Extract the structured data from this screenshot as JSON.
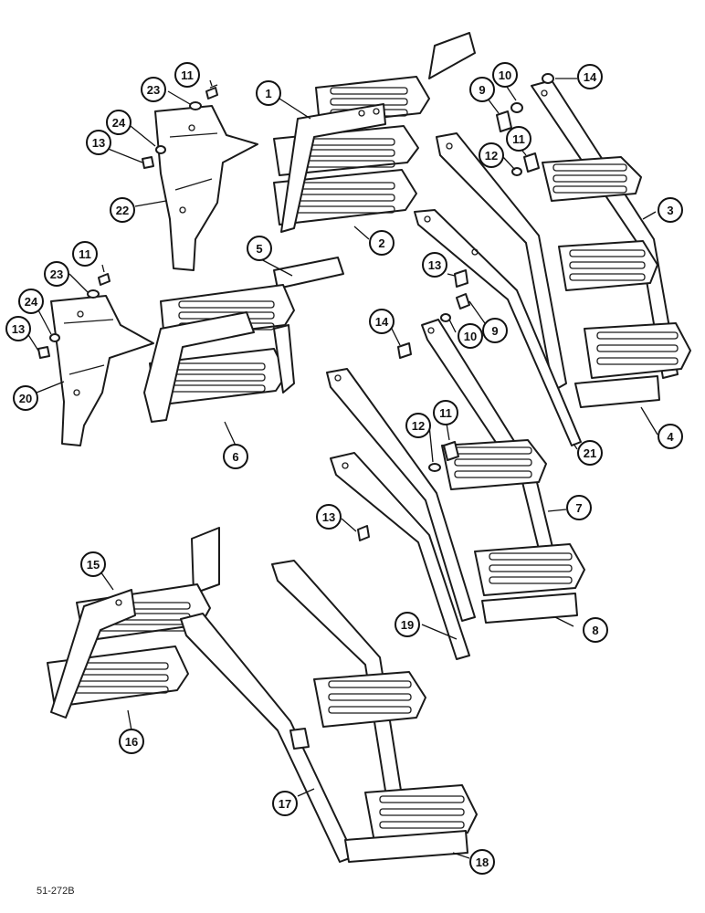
{
  "figure": {
    "reference_code": "51-272B"
  },
  "callouts": [
    {
      "id": "c1",
      "label": "1"
    },
    {
      "id": "c2",
      "label": "2"
    },
    {
      "id": "c3",
      "label": "3"
    },
    {
      "id": "c4",
      "label": "4"
    },
    {
      "id": "c5",
      "label": "5"
    },
    {
      "id": "c6",
      "label": "6"
    },
    {
      "id": "c7",
      "label": "7"
    },
    {
      "id": "c8",
      "label": "8"
    },
    {
      "id": "c9a",
      "label": "9"
    },
    {
      "id": "c9b",
      "label": "9"
    },
    {
      "id": "c10a",
      "label": "10"
    },
    {
      "id": "c10b",
      "label": "10"
    },
    {
      "id": "c11a",
      "label": "11"
    },
    {
      "id": "c11b",
      "label": "11"
    },
    {
      "id": "c11c",
      "label": "11"
    },
    {
      "id": "c11d",
      "label": "11"
    },
    {
      "id": "c12a",
      "label": "12"
    },
    {
      "id": "c12b",
      "label": "12"
    },
    {
      "id": "c13a",
      "label": "13"
    },
    {
      "id": "c13b",
      "label": "13"
    },
    {
      "id": "c13c",
      "label": "13"
    },
    {
      "id": "c13d",
      "label": "13"
    },
    {
      "id": "c14a",
      "label": "14"
    },
    {
      "id": "c14b",
      "label": "14"
    },
    {
      "id": "c15",
      "label": "15"
    },
    {
      "id": "c16",
      "label": "16"
    },
    {
      "id": "c17",
      "label": "17"
    },
    {
      "id": "c18",
      "label": "18"
    },
    {
      "id": "c19",
      "label": "19"
    },
    {
      "id": "c20",
      "label": "20"
    },
    {
      "id": "c21",
      "label": "21"
    },
    {
      "id": "c22",
      "label": "22"
    },
    {
      "id": "c23a",
      "label": "23"
    },
    {
      "id": "c23b",
      "label": "23"
    },
    {
      "id": "c24a",
      "label": "24"
    },
    {
      "id": "c24b",
      "label": "24"
    }
  ]
}
